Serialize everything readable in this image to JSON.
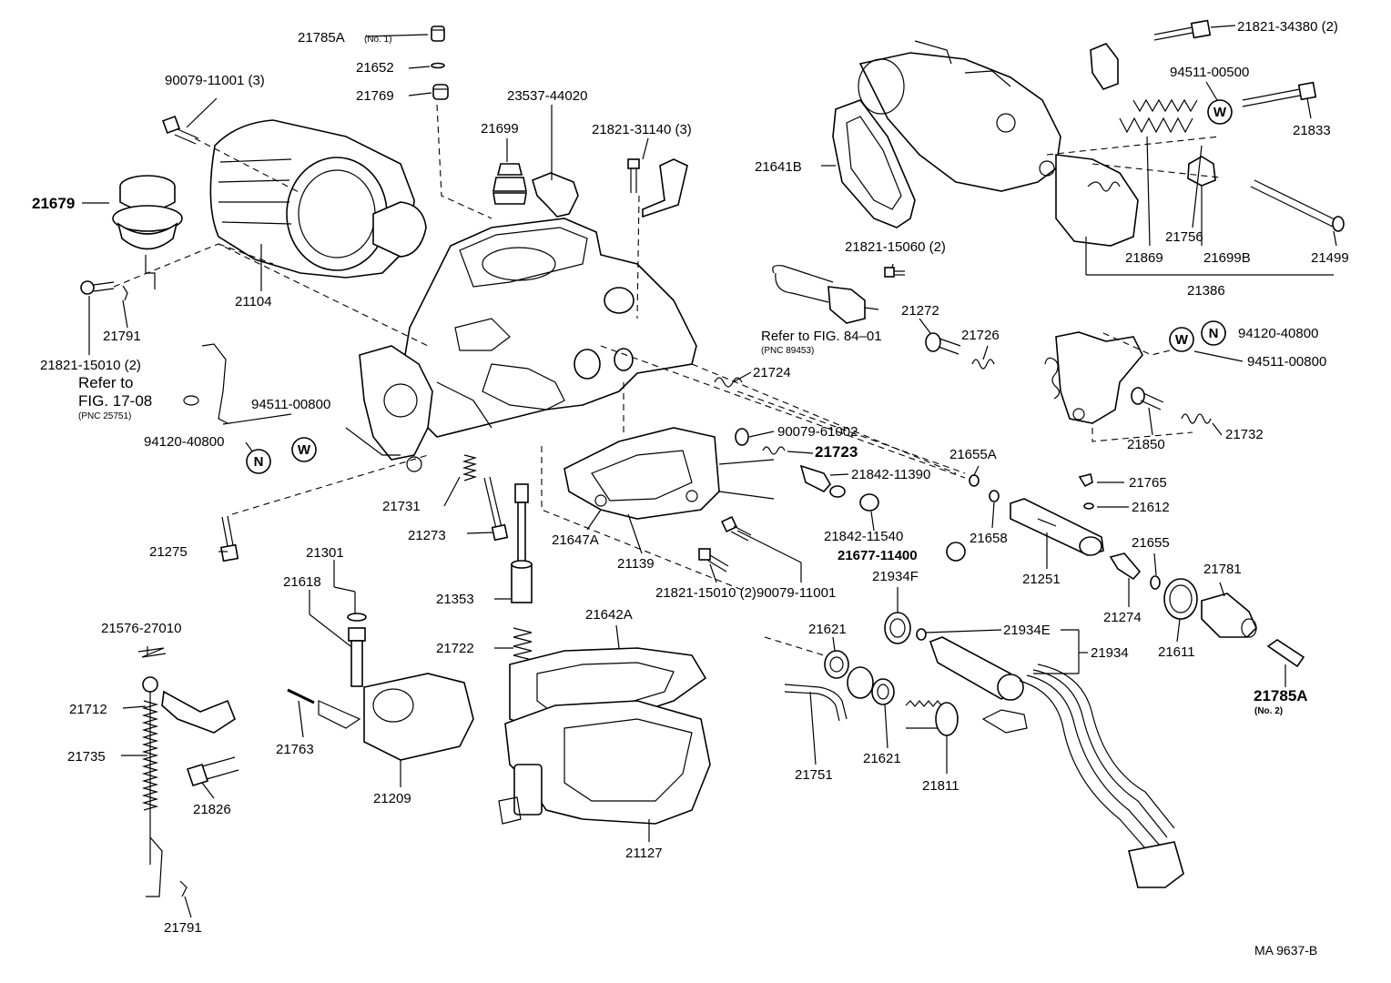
{
  "labels": {
    "p21785a_no1": "21785A",
    "p21785a_no1_sub": "(No. 1)",
    "p21652": "21652",
    "p21769": "21769",
    "p90079_11001_3": "90079-11001 (3)",
    "p23537_44020": "23537-44020",
    "p21699": "21699",
    "p21821_31140_3": "21821-31140 (3)",
    "p21679": "21679",
    "p21104": "21104",
    "p21791_top": "21791",
    "p21821_15010_2_top": "21821-15010 (2)",
    "refer_to_1": "Refer to",
    "fig_17_08": "FIG. 17-08",
    "pnc_25751": "(PNC 25751)",
    "p94511_00800_left": "94511-00800",
    "p94120_40800_left": "94120-40800",
    "p21275": "21275",
    "p21731": "21731",
    "p21273": "21273",
    "p21301": "21301",
    "p21618": "21618",
    "p21353": "21353",
    "p21722": "21722",
    "p21576_27010": "21576-27010",
    "p21712": "21712",
    "p21735": "21735",
    "p21826": "21826",
    "p21763": "21763",
    "p21209": "21209",
    "p21791_bottom": "21791",
    "p21642a": "21642A",
    "p21127": "21127",
    "p21647a": "21647A",
    "p21139": "21139",
    "p21821_15010_2_mid": "21821-15010 (2)",
    "p90079_11001_mid": "90079-11001",
    "p21724": "21724",
    "p90079_61002": "90079-61002",
    "p21723": "21723",
    "p21842_11390": "21842-11390",
    "p21842_11540": "21842-11540",
    "p21677_11400": "21677-11400",
    "refer_to_2": "Refer to FIG. 84–01",
    "pnc_89453": "(PNC 89453)",
    "p21821_15060_2": "21821-15060 (2)",
    "p21272": "21272",
    "p21726": "21726",
    "p21641b": "21641B",
    "p21821_34380_2": "21821-34380 (2)",
    "p94511_00500": "94511-00500",
    "p21833": "21833",
    "p21756": "21756",
    "p21869": "21869",
    "p21699b": "21699B",
    "p21499": "21499",
    "p21386": "21386",
    "p94120_40800_right": "94120-40800",
    "p94511_00800_right": "94511-00800",
    "p21850": "21850",
    "p21732": "21732",
    "p21655a": "21655A",
    "p21765": "21765",
    "p21612": "21612",
    "p21658": "21658",
    "p21251": "21251",
    "p21655": "21655",
    "p21781": "21781",
    "p21274": "21274",
    "p21611": "21611",
    "p21934f": "21934F",
    "p21934e": "21934E",
    "p21934": "21934",
    "p21621_top": "21621",
    "p21621_bottom": "21621",
    "p21751": "21751",
    "p21811": "21811",
    "p21785a_no2": "21785A",
    "p21785a_no2_sub": "(No. 2)",
    "figure_code": "MA 9637-B"
  },
  "symbols": {
    "washer": "W",
    "nut": "N"
  }
}
